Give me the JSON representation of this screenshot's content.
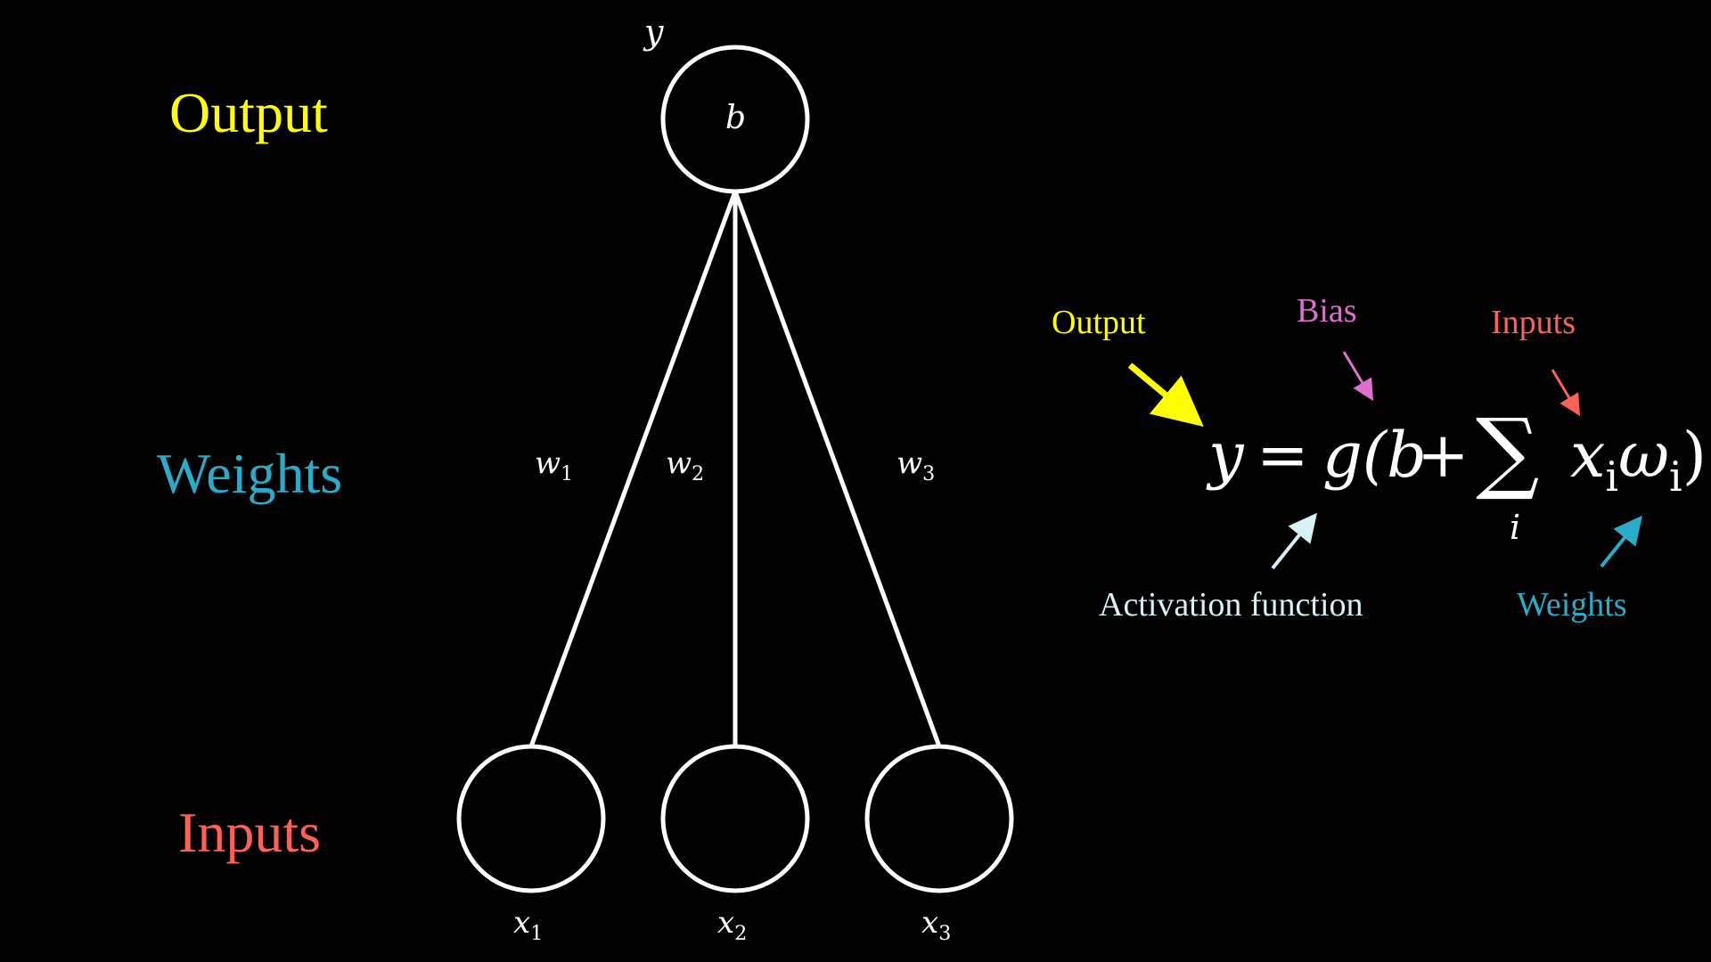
{
  "colors": {
    "background": "#000000",
    "output": "#ffff00",
    "weights": "#29abca",
    "inputs": "#fc6255",
    "bias": "#dd6fce",
    "activation": "#d8f1f7",
    "stroke": "#ffffff"
  },
  "left_labels": {
    "output": "Output",
    "weights": "Weights",
    "inputs": "Inputs"
  },
  "network": {
    "output_symbol": "y",
    "bias_symbol": "b",
    "weights": [
      {
        "base": "w",
        "sub": "1"
      },
      {
        "base": "w",
        "sub": "2"
      },
      {
        "base": "w",
        "sub": "3"
      }
    ],
    "inputs": [
      {
        "base": "x",
        "sub": "1"
      },
      {
        "base": "x",
        "sub": "2"
      },
      {
        "base": "x",
        "sub": "3"
      }
    ]
  },
  "equation": {
    "lhs": "y",
    "equals": "=",
    "func": "g(b",
    "plus": "+",
    "sigma": "∑",
    "sigma_index": "i",
    "term_x": "x",
    "term_x_sub": "i",
    "term_w": "ω",
    "term_w_sub": "i",
    "close": ")"
  },
  "annotations": {
    "output": "Output",
    "bias": "Bias",
    "inputs": "Inputs",
    "activation": "Activation function",
    "weights": "Weights"
  }
}
